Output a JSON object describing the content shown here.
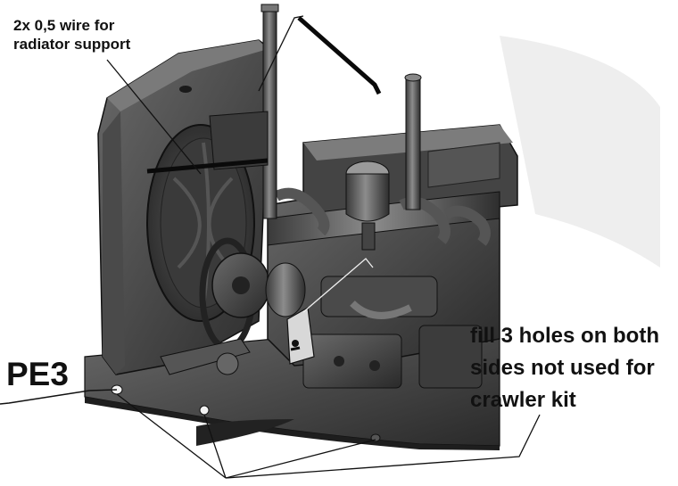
{
  "callouts": {
    "wire_note_line1": "2x 0,5 wire for",
    "wire_note_line2": "radiator support",
    "part_code": "PE3",
    "holes_note_line1": "fill 3 holes on both",
    "holes_note_line2": "sides not used for",
    "holes_note_line3": "crawler kit"
  },
  "colors": {
    "engine_dark": "#3a3a3a",
    "engine_mid": "#5a5a5a",
    "engine_light": "#8a8a8a",
    "bracket": "#d8d8d8",
    "line": "#111111"
  }
}
